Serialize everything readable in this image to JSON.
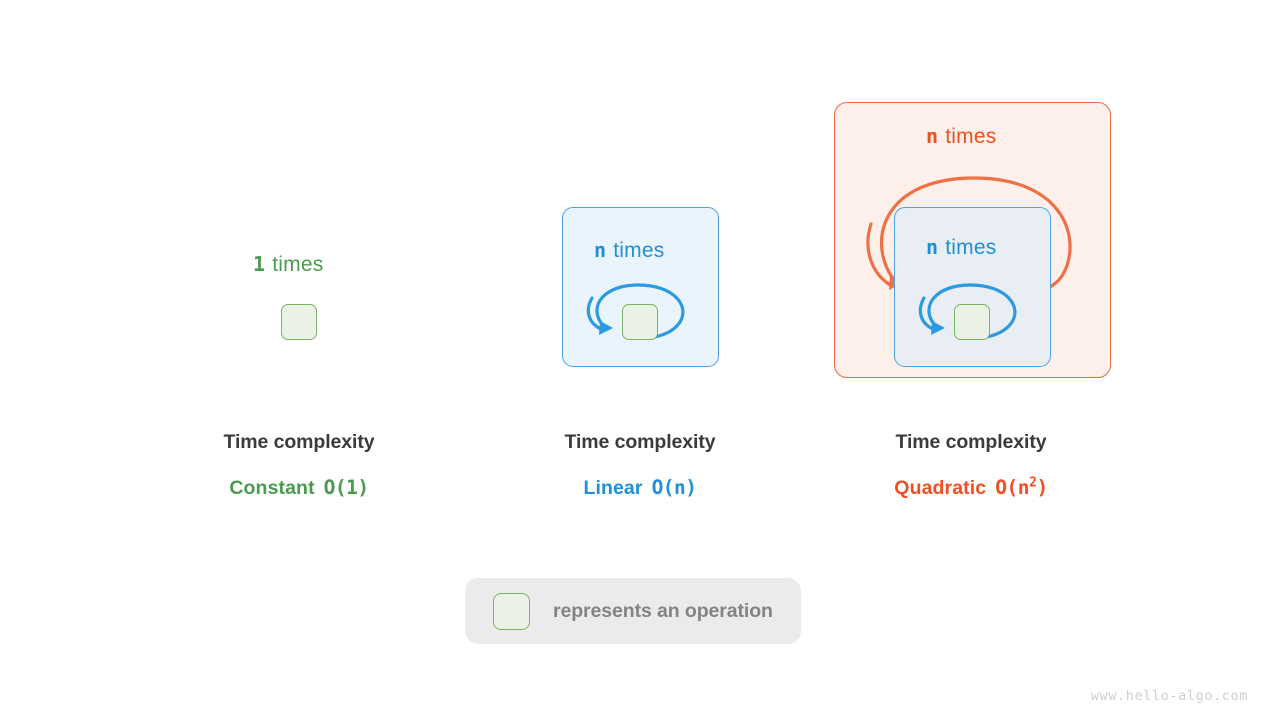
{
  "colors": {
    "green": "#4b9a4f",
    "blue": "#1f8fd8",
    "orange": "#f04e23",
    "green_fill": "#e9f2e5",
    "green_stroke": "#7cb267",
    "blue_fill": "#eaf4fc",
    "blue_fill_inner": "#e8eef4",
    "blue_stroke": "#49a3e5",
    "orange_fill": "#fdf0ea",
    "orange_stroke": "#ee6b3b",
    "title_gray": "#3b3b3b",
    "legend_bg": "#ebebeb",
    "legend_text": "#848484",
    "watermark": "#cfcfcf"
  },
  "panels": [
    {
      "id": "constant",
      "count_value": "1",
      "count_word": "times",
      "count_color": "#4b9a4f",
      "caption_title": "Time complexity",
      "complexity_name": "Constant",
      "complexity_bigo": "O(1)",
      "complexity_color": "#4b9a4f",
      "has_loop_arrow": false,
      "nested": false
    },
    {
      "id": "linear",
      "count_value": "n",
      "count_word": "times",
      "count_color": "#1f8fd8",
      "caption_title": "Time complexity",
      "complexity_name": "Linear",
      "complexity_bigo": "O(n)",
      "complexity_color": "#1f8fd8",
      "has_loop_arrow": true,
      "nested": false
    },
    {
      "id": "quadratic",
      "outer_count_value": "n",
      "outer_count_word": "times",
      "outer_count_color": "#f04e23",
      "count_value": "n",
      "count_word": "times",
      "count_color": "#1f8fd8",
      "caption_title": "Time complexity",
      "complexity_name": "Quadratic",
      "complexity_bigo": "O(n",
      "complexity_bigo_sup": "2",
      "complexity_bigo_tail": ")",
      "complexity_color": "#f04e23",
      "has_loop_arrow": true,
      "nested": true
    }
  ],
  "legend": {
    "text": "represents an operation",
    "icon": "operation-square"
  },
  "watermark": {
    "text": "www.hello-algo.com"
  }
}
